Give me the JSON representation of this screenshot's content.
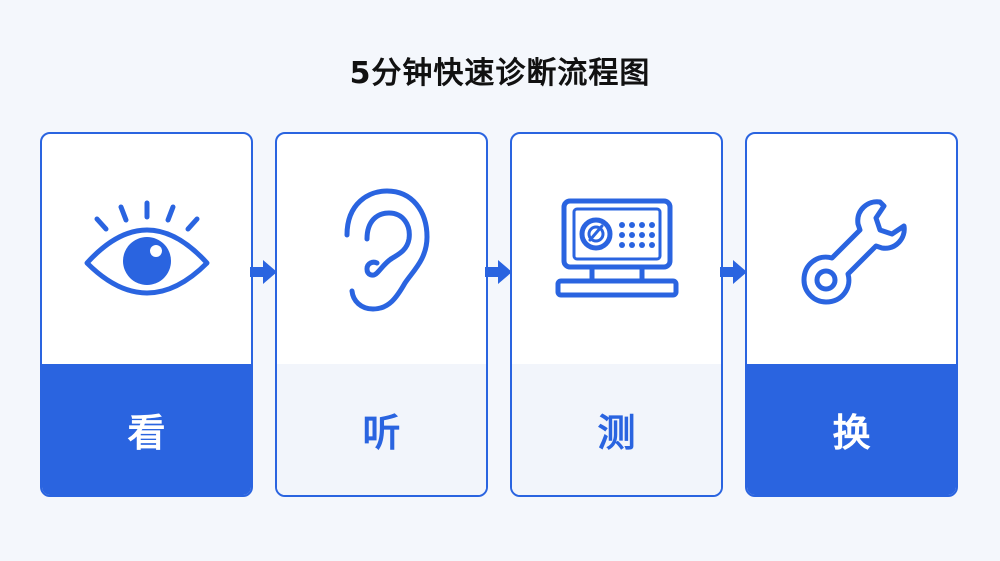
{
  "title": "5分钟快速诊断流程图",
  "colors": {
    "accent": "#2a64e0",
    "background": "#f4f7fc",
    "card_background": "#ffffff",
    "light_label_background": "#f2f5fb"
  },
  "steps": [
    {
      "label": "看",
      "icon": "eye-icon",
      "style": "solid"
    },
    {
      "label": "听",
      "icon": "ear-icon",
      "style": "light"
    },
    {
      "label": "测",
      "icon": "diagnostic-monitor-icon",
      "style": "light"
    },
    {
      "label": "换",
      "icon": "wrench-icon",
      "style": "solid"
    }
  ]
}
